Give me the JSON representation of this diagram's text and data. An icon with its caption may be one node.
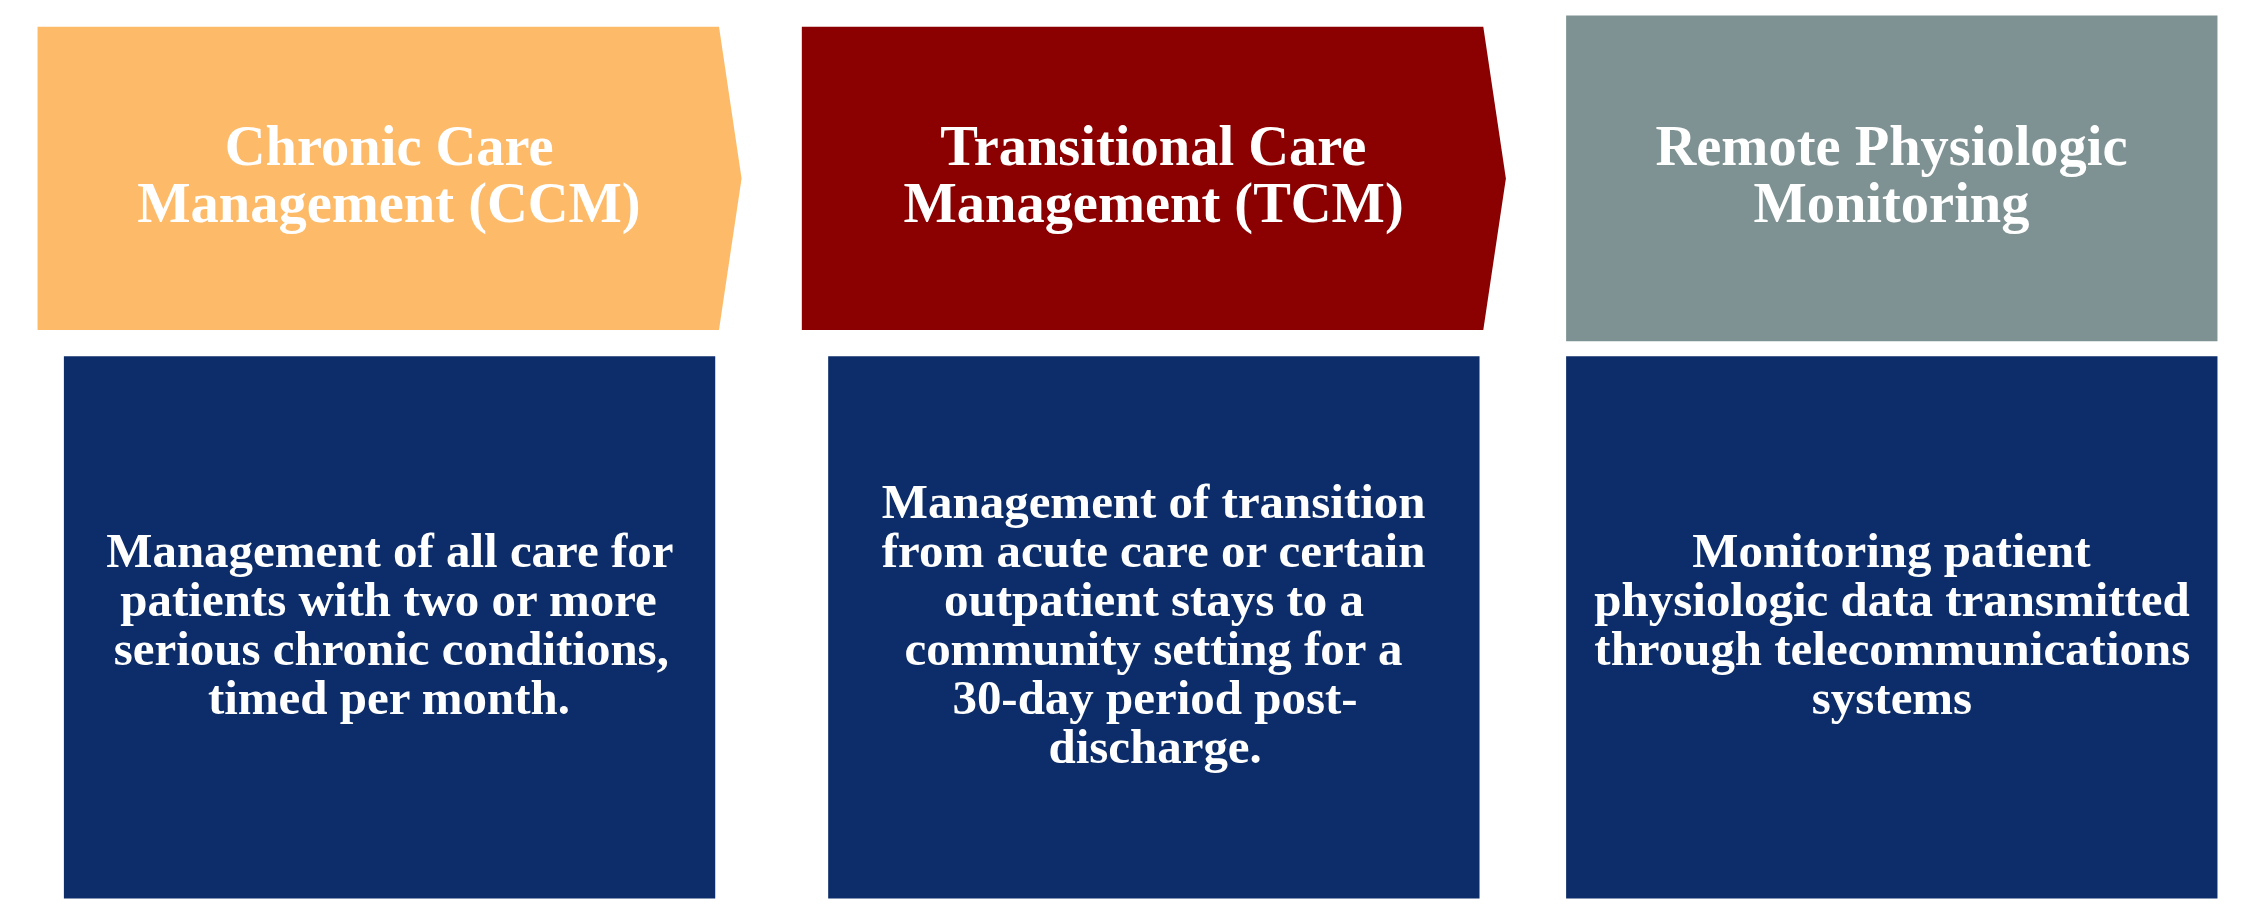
{
  "diagram": {
    "nodes": [
      {
        "text": [
          "Chronic Care Management (CCM)"
        ]
      },
      {
        "text": [
          "Transitional Care Management (TCM)"
        ]
      },
      {
        "text": [
          "Remote Physiologic Monitoring"
        ]
      },
      {
        "text": [
          "Management of all care for patients with two or more serious chronic conditions, timed per month."
        ]
      },
      {
        "text": [
          "Management of transition from acute care or certain outpatient stays to a community setting for a 30-day period post-discharge."
        ]
      },
      {
        "text": [
          "Monitoring patient physiologic data transmitted through telecommunications systems"
        ]
      }
    ]
  }
}
